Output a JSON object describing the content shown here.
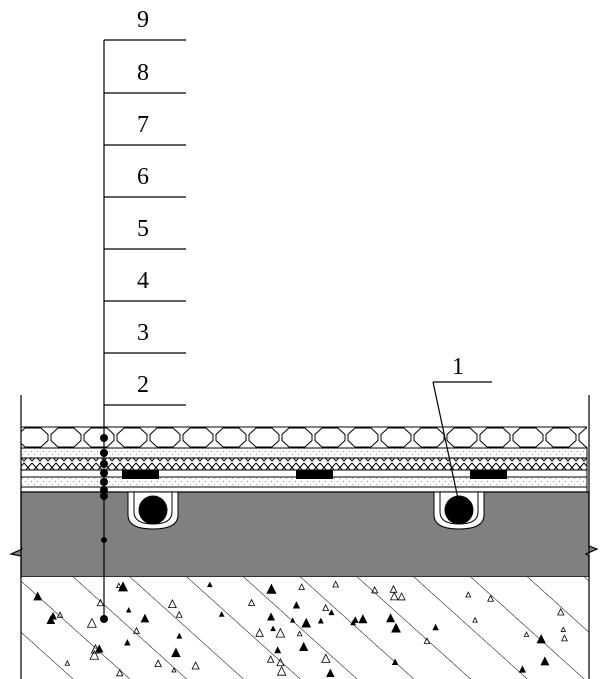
{
  "labels": {
    "layer_9": "9",
    "layer_8": "8",
    "layer_7": "7",
    "layer_6": "6",
    "layer_5": "5",
    "layer_4": "4",
    "layer_3": "3",
    "layer_2": "2",
    "callout_1": "1"
  }
}
